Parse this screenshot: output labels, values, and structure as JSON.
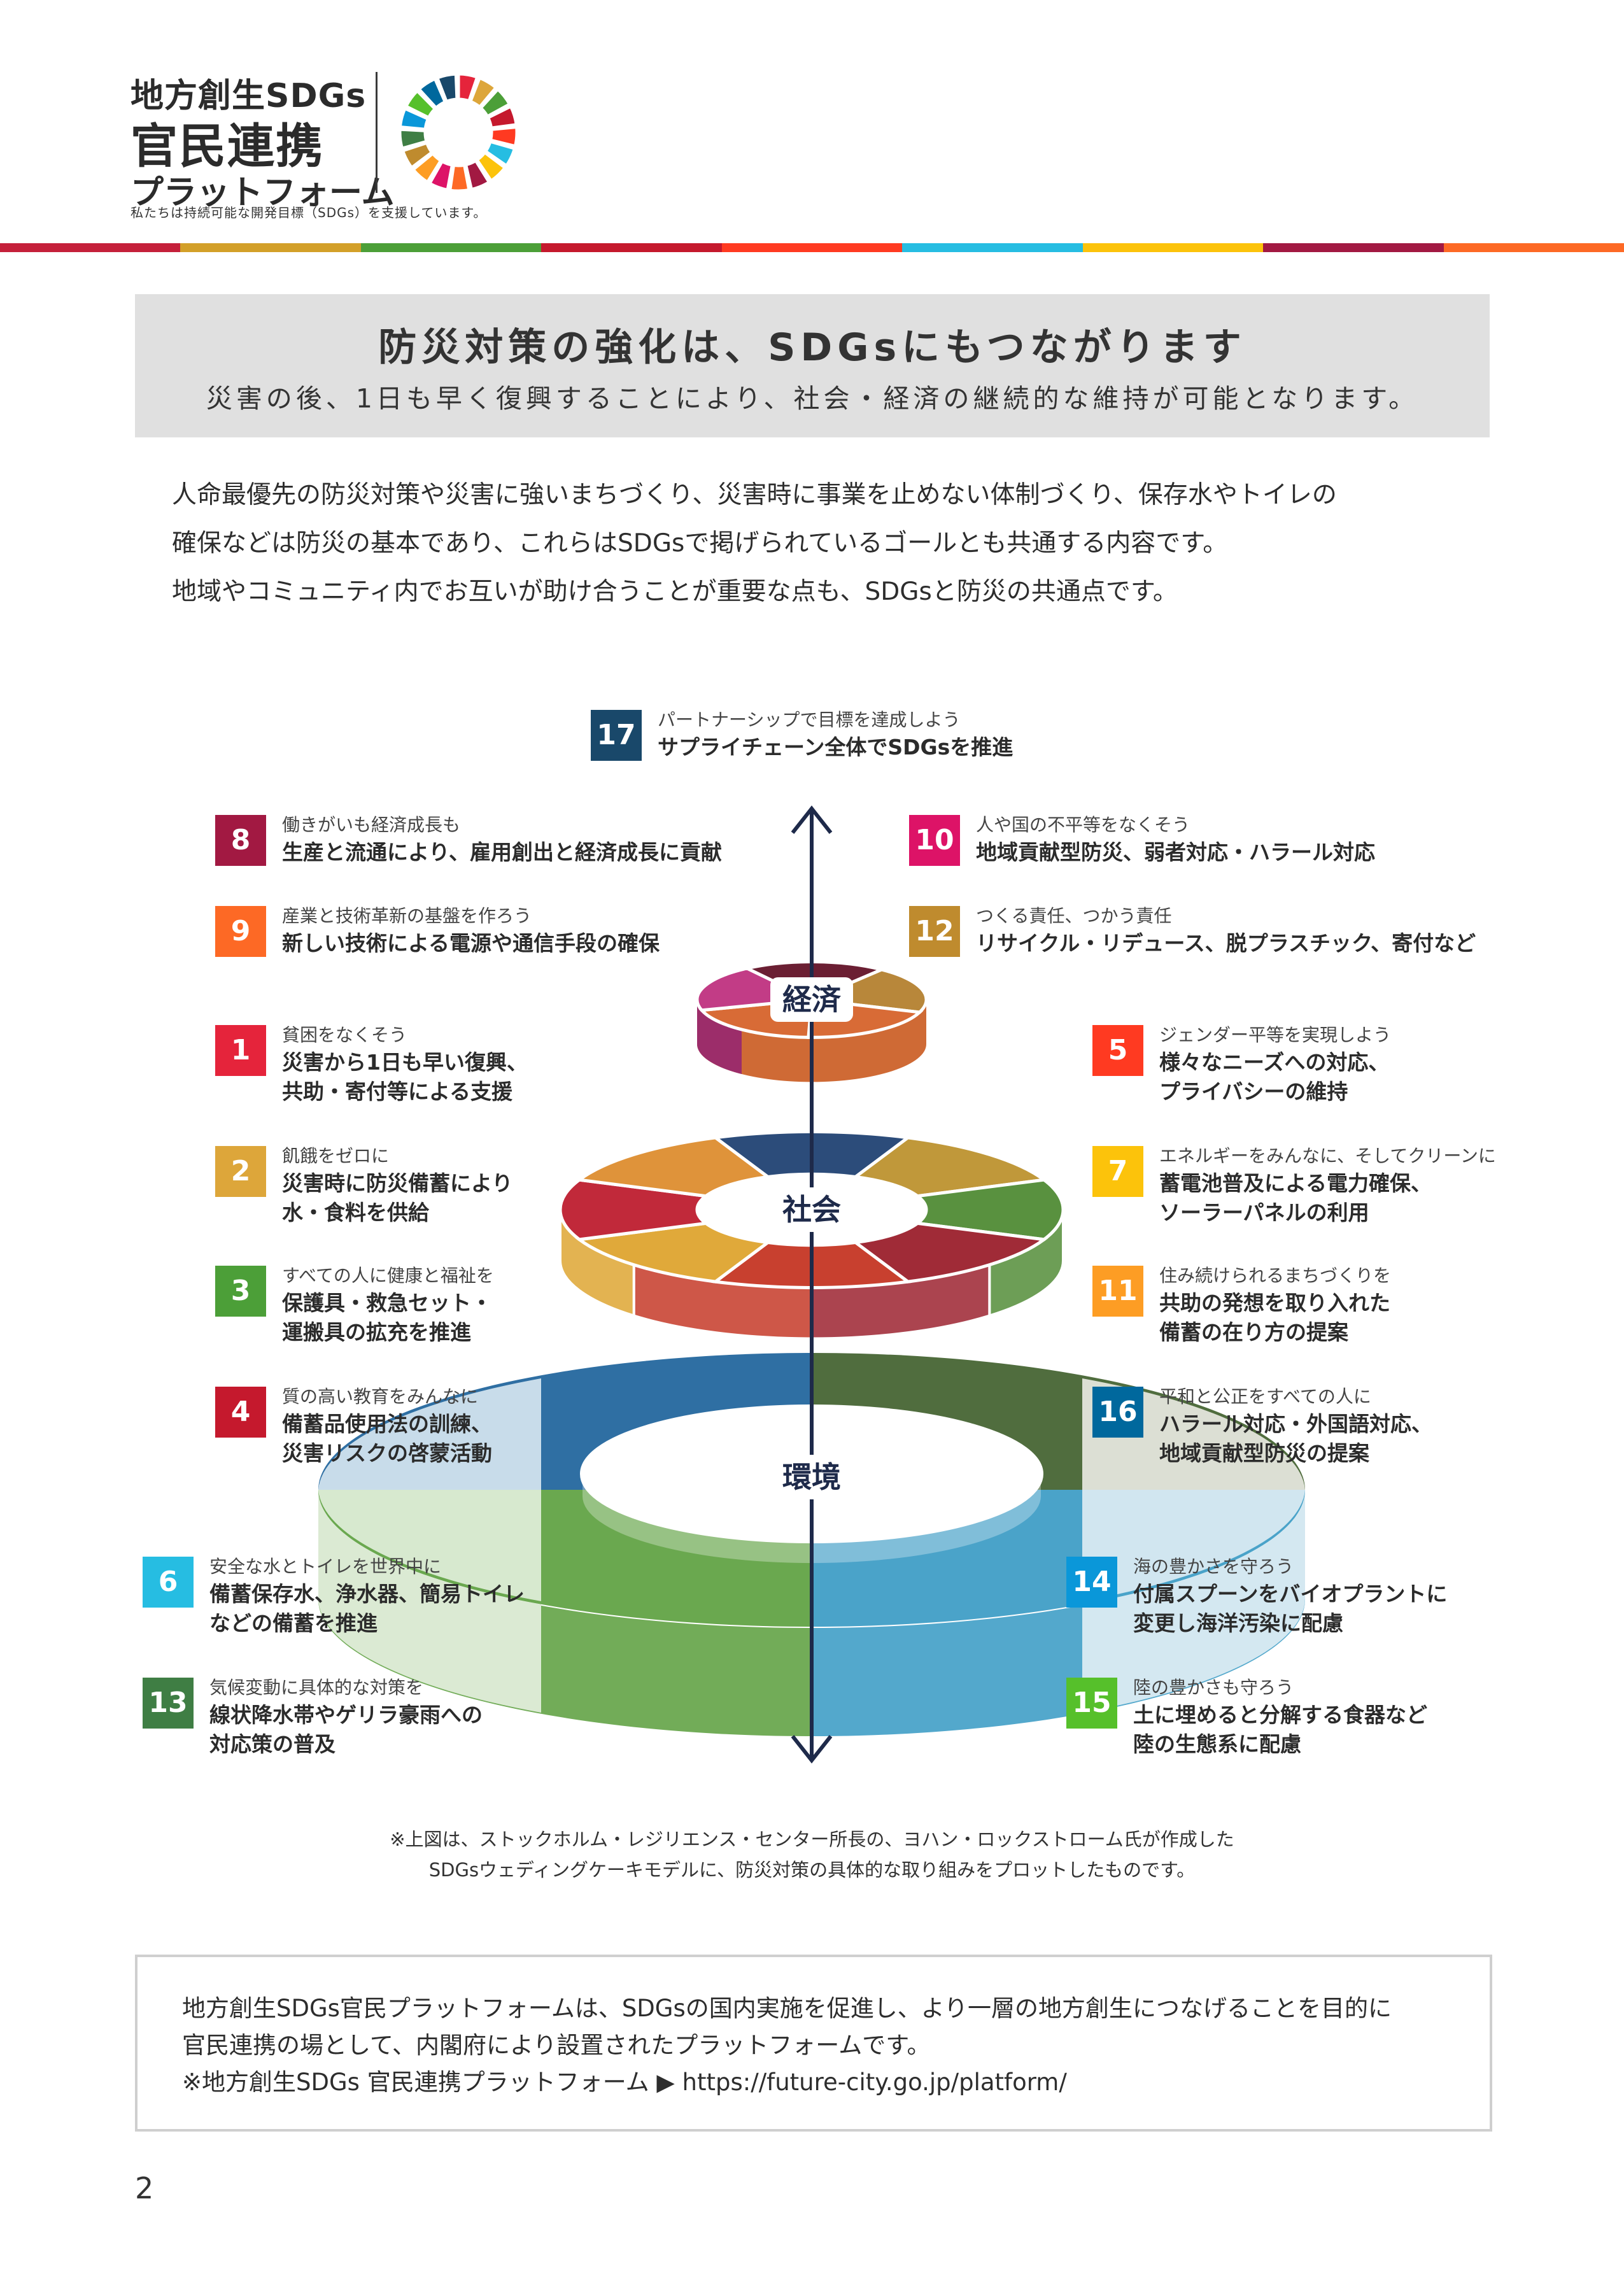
{
  "header": {
    "logo_line1": "地方創生SDGs",
    "logo_line2": "官民連携",
    "logo_line3": "プラットフォーム",
    "tagline": "私たちは持続可能な開発目標（SDGs）を支援しています。"
  },
  "colors": {
    "bar": [
      "#c5203a",
      "#d3a029",
      "#4c9f38",
      "#c5192d",
      "#ff3a21",
      "#26bde2",
      "#fcc30b",
      "#a21942",
      "#fd6925"
    ],
    "wheel": [
      "#e5243b",
      "#dda63a",
      "#4c9f38",
      "#c5192d",
      "#ff3a21",
      "#26bde2",
      "#fcc30b",
      "#a21942",
      "#fd6925",
      "#dd1367",
      "#fd9d24",
      "#bf8b2e",
      "#3f7e44",
      "#0a97d9",
      "#56c02b",
      "#00689d",
      "#19486a"
    ]
  },
  "title": {
    "main": "防災対策の強化は、SDGsにもつながります",
    "sub": "災害の後、1日も早く復興することにより、社会・経済の継続的な維持が可能となります。"
  },
  "intro": [
    "人命最優先の防災対策や災害に強いまちづくり、災害時に事業を止めない体制づくり、保存水やトイレの",
    "確保などは防災の基本であり、これらはSDGsで掲げられているゴールとも共通する内容です。",
    "地域やコミュニティ内でお互いが助け合うことが重要な点も、SDGsと防災の共通点です。"
  ],
  "tiers": {
    "economy": "経済",
    "society": "社会",
    "environment": "環境"
  },
  "goals": {
    "g17": {
      "num": "17",
      "title": "パートナーシップで目標を達成しよう",
      "desc1": "サプライチェーン全体でSDGsを推進",
      "desc2": "",
      "color": "#19486a"
    },
    "g8": {
      "num": "8",
      "title": "働きがいも経済成長も",
      "desc1": "生産と流通により、雇用創出と経済成長に貢献",
      "desc2": "",
      "color": "#a21942"
    },
    "g9": {
      "num": "9",
      "title": "産業と技術革新の基盤を作ろう",
      "desc1": "新しい技術による電源や通信手段の確保",
      "desc2": "",
      "color": "#fd6925"
    },
    "g10": {
      "num": "10",
      "title": "人や国の不平等をなくそう",
      "desc1": "地域貢献型防災、弱者対応・ハラール対応",
      "desc2": "",
      "color": "#dd1367"
    },
    "g12": {
      "num": "12",
      "title": "つくる責任、つかう責任",
      "desc1": "リサイクル・リデュース、脱プラスチック、寄付など",
      "desc2": "",
      "color": "#bf8b2e"
    },
    "g1": {
      "num": "1",
      "title": "貧困をなくそう",
      "desc1": "災害から1日も早い復興、",
      "desc2": "共助・寄付等による支援",
      "color": "#e5243b"
    },
    "g2": {
      "num": "2",
      "title": "飢餓をゼロに",
      "desc1": "災害時に防災備蓄により",
      "desc2": "水・食料を供給",
      "color": "#dda63a"
    },
    "g3": {
      "num": "3",
      "title": "すべての人に健康と福祉を",
      "desc1": "保護具・救急セット・",
      "desc2": "運搬具の拡充を推進",
      "color": "#4c9f38"
    },
    "g4": {
      "num": "4",
      "title": "質の高い教育をみんなに",
      "desc1": "備蓄品使用法の訓練、",
      "desc2": "災害リスクの啓蒙活動",
      "color": "#c5192d"
    },
    "g5": {
      "num": "5",
      "title": "ジェンダー平等を実現しよう",
      "desc1": "様々なニーズへの対応、",
      "desc2": "プライバシーの維持",
      "color": "#ff3a21"
    },
    "g7": {
      "num": "7",
      "title": "エネルギーをみんなに、そしてクリーンに",
      "desc1": "蓄電池普及による電力確保、",
      "desc2": "ソーラーパネルの利用",
      "color": "#fcc30b"
    },
    "g11": {
      "num": "11",
      "title": "住み続けられるまちづくりを",
      "desc1": "共助の発想を取り入れた",
      "desc2": "備蓄の在り方の提案",
      "color": "#fd9d24"
    },
    "g16": {
      "num": "16",
      "title": "平和と公正をすべての人に",
      "desc1": "ハラール対応・外国語対応、",
      "desc2": "地域貢献型防災の提案",
      "color": "#00689d"
    },
    "g6": {
      "num": "6",
      "title": "安全な水とトイレを世界中に",
      "desc1": "備蓄保存水、浄水器、簡易トイレ",
      "desc2": "などの備蓄を推進",
      "color": "#26bde2"
    },
    "g13": {
      "num": "13",
      "title": "気候変動に具体的な対策を",
      "desc1": "線状降水帯やゲリラ豪雨への",
      "desc2": "対応策の普及",
      "color": "#3f7e44"
    },
    "g14": {
      "num": "14",
      "title": "海の豊かさを守ろう",
      "desc1": "付属スプーンをバイオプラントに",
      "desc2": "変更し海洋汚染に配慮",
      "color": "#0a97d9"
    },
    "g15": {
      "num": "15",
      "title": "陸の豊かさも守ろう",
      "desc1": "土に埋めると分解する食器など",
      "desc2": "陸の生態系に配慮",
      "color": "#56c02b"
    }
  },
  "note": [
    "※上図は、ストックホルム・レジリエンス・センター所長の、ヨハン・ロックストローム氏が作成した",
    "SDGsウェディングケーキモデルに、防災対策の具体的な取り組みをプロットしたものです。"
  ],
  "info": [
    "地方創生SDGs官民プラットフォームは、SDGsの国内実施を促進し、より一層の地方創生につなげることを目的に",
    "官民連携の場として、内閣府により設置されたプラットフォームです。",
    "※地方創生SDGs 官民連携プラットフォーム ▶ https://future-city.go.jp/platform/"
  ],
  "page_number": "2"
}
